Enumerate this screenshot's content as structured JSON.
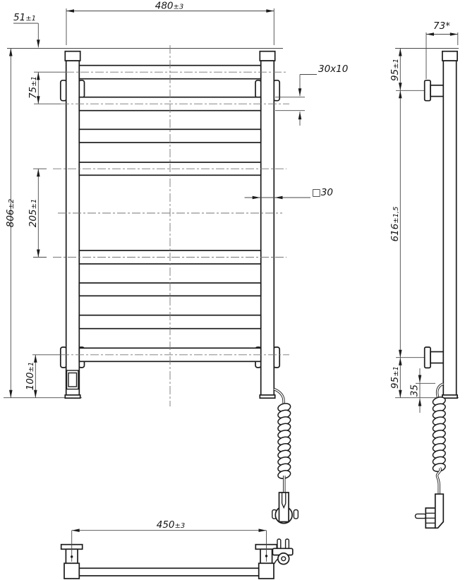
{
  "colors": {
    "background": "#ffffff",
    "line": "#1c1c1c"
  },
  "dimensions": {
    "front": {
      "width": {
        "value": "480",
        "tol": "±3"
      },
      "top_offset": {
        "value": "51",
        "tol": "±1"
      },
      "bar_pitch": {
        "value": "75",
        "tol": "±1"
      },
      "height": {
        "value": "806",
        "tol": "±2"
      },
      "middle_gap": {
        "value": "205",
        "tol": "±1"
      },
      "bottom_offset": {
        "value": "100",
        "tol": "±1"
      },
      "bar_profile": {
        "value": "30x10",
        "tol": ""
      },
      "post_profile": {
        "value": "□30",
        "tol": ""
      }
    },
    "side": {
      "depth": {
        "value": "73*",
        "tol": ""
      },
      "bracket_top": {
        "value": "95",
        "tol": "±1"
      },
      "bracket_span": {
        "value": "616",
        "tol": "±1,5"
      },
      "bracket_bottom": {
        "value": "95",
        "tol": "±1"
      },
      "cable_exit": {
        "value": "35",
        "tol": ""
      }
    },
    "bottom": {
      "mount_width": {
        "value": "450",
        "tol": "±3"
      }
    }
  }
}
